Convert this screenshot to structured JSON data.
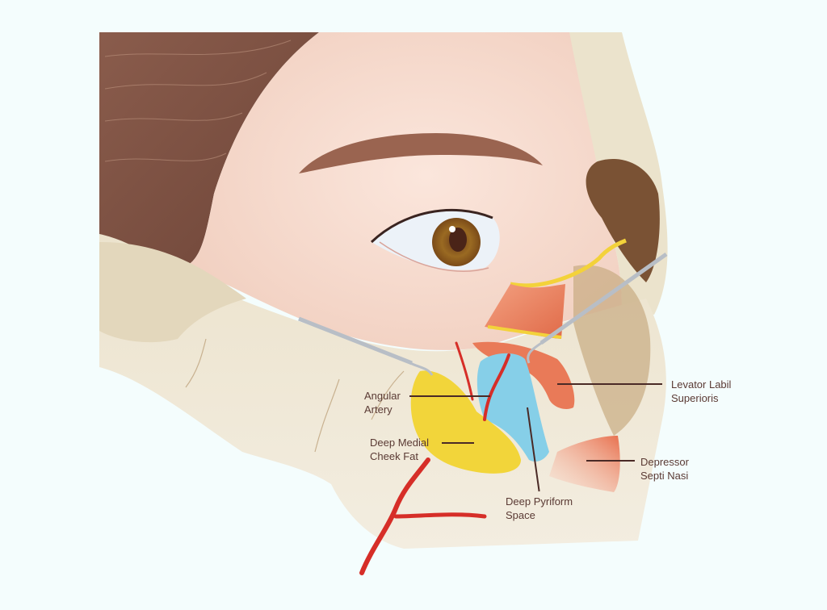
{
  "figure": {
    "title": "Deep Pyriform Space anatomy (lateral facial dissection)",
    "background_color": "#f4fdfd",
    "colors": {
      "hair": "#8a5a4a",
      "skin": "#f5d9cc",
      "bone": "#e9dfc8",
      "bone_shadow": "#8a6a4a",
      "fat": "#f0d43a",
      "muscle": "#e87a5a",
      "artery": "#d9302a",
      "pyriform_space": "#82cde6",
      "retractor": "#c8ccd2",
      "label_text": "#5a3a34",
      "iris": "#9a6a20"
    }
  },
  "labels": [
    {
      "id": "angular-artery",
      "lines": [
        "Angular",
        "Artery"
      ]
    },
    {
      "id": "deep-medial-cheek-fat",
      "lines": [
        "Deep Medial",
        "Cheek Fat"
      ]
    },
    {
      "id": "levator-labii-superioris",
      "lines": [
        "Levator Labil",
        "Superioris"
      ]
    },
    {
      "id": "depressor-septi-nasi",
      "lines": [
        "Depressor",
        "Septi Nasi"
      ]
    },
    {
      "id": "deep-pyriform-space",
      "lines": [
        "Deep Pyriform",
        "Space"
      ]
    }
  ]
}
